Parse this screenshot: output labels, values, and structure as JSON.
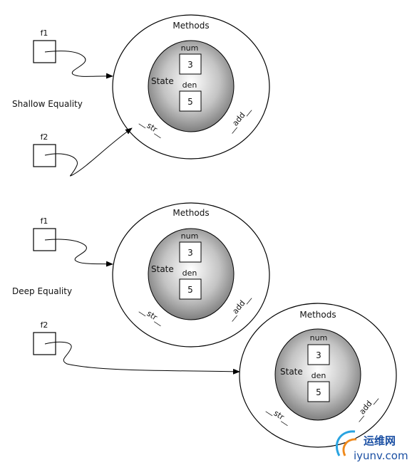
{
  "shallow": {
    "title": "Shallow Equality",
    "var1": "f1",
    "var2": "f2",
    "object": {
      "methods": "Methods",
      "state": "State",
      "num_label": "num",
      "num_value": "3",
      "den_label": "den",
      "den_value": "5",
      "str_label": "__str__",
      "add_label": "__add__"
    }
  },
  "deep": {
    "title": "Deep Equality",
    "var1": "f1",
    "var2": "f2",
    "object1": {
      "methods": "Methods",
      "state": "State",
      "num_label": "num",
      "num_value": "3",
      "den_label": "den",
      "den_value": "5",
      "str_label": "__str__",
      "add_label": "__add__"
    },
    "object2": {
      "methods": "Methods",
      "state": "State",
      "num_label": "num",
      "num_value": "3",
      "den_label": "den",
      "den_value": "5",
      "str_label": "__str__",
      "add_label": "__add__"
    }
  },
  "watermark": {
    "brand": "运维网",
    "domain": "iyunv.com"
  }
}
